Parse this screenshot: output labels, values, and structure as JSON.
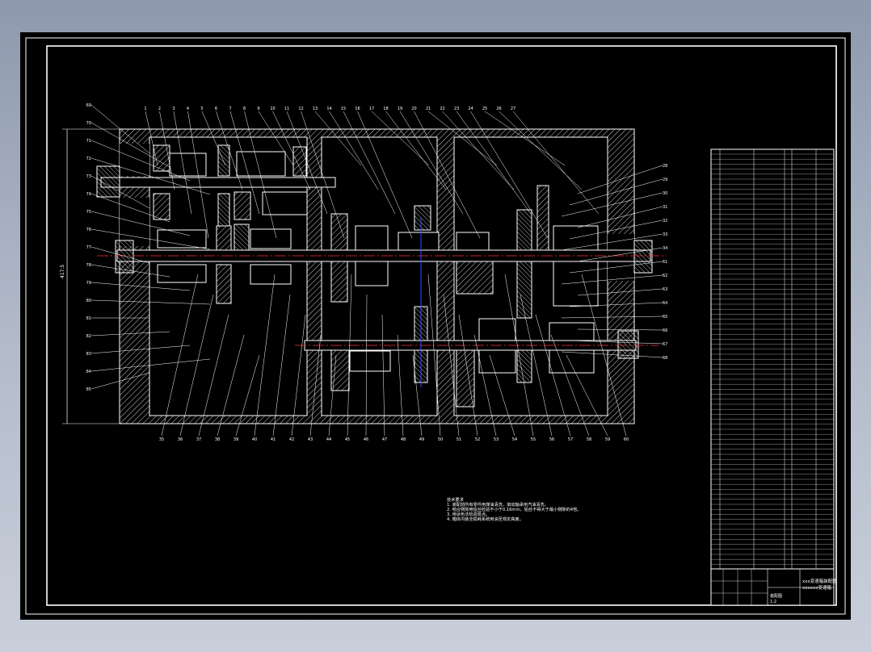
{
  "document": {
    "title_block": {
      "drawing_title": "xxx变速箱装配图",
      "drawing_title_2": "xxxxxx变速箱",
      "lines": [
        "装配图",
        "1:2"
      ]
    },
    "notes": [
      "技术要求",
      "1. 装配前所有零件用煤油清洗，滚动轴承用汽油清洗。",
      "2. 啮合侧隙用铅丝检验不小于0.16mm，铅丝不得大于最小侧隙的4倍。",
      "3. 用涂色法检验斑点。",
      "4. 箱体内装全损耗系统用油至规定高度。"
    ],
    "dimension_label": "417.5",
    "top_callouts": [
      "1",
      "2",
      "3",
      "4",
      "5",
      "6",
      "7",
      "8",
      "9",
      "10",
      "11",
      "12",
      "13",
      "14",
      "15",
      "16",
      "17",
      "18",
      "19",
      "20",
      "21",
      "22",
      "23",
      "24",
      "25",
      "26",
      "27"
    ],
    "bottom_callouts": [
      "35",
      "36",
      "37",
      "38",
      "39",
      "40",
      "41",
      "42",
      "43",
      "44",
      "45",
      "46",
      "47",
      "48",
      "49",
      "50",
      "51",
      "52",
      "53",
      "54",
      "55",
      "56",
      "57",
      "58",
      "59",
      "60"
    ],
    "right_callouts": [
      "28",
      "29",
      "30",
      "31",
      "32",
      "33",
      "34",
      "61",
      "62",
      "63",
      "64",
      "65",
      "66",
      "67",
      "68"
    ],
    "left_callouts": [
      "69",
      "70",
      "71",
      "72",
      "73",
      "74",
      "75",
      "76",
      "77",
      "78",
      "79",
      "80",
      "81",
      "82",
      "83",
      "84",
      "85"
    ]
  },
  "colors": {
    "background": "#000000",
    "frame": "#ffffff",
    "part": "#ffffff",
    "centerline": "#ff3030",
    "hidden": "#3050ff",
    "leader": "#ffffff"
  }
}
